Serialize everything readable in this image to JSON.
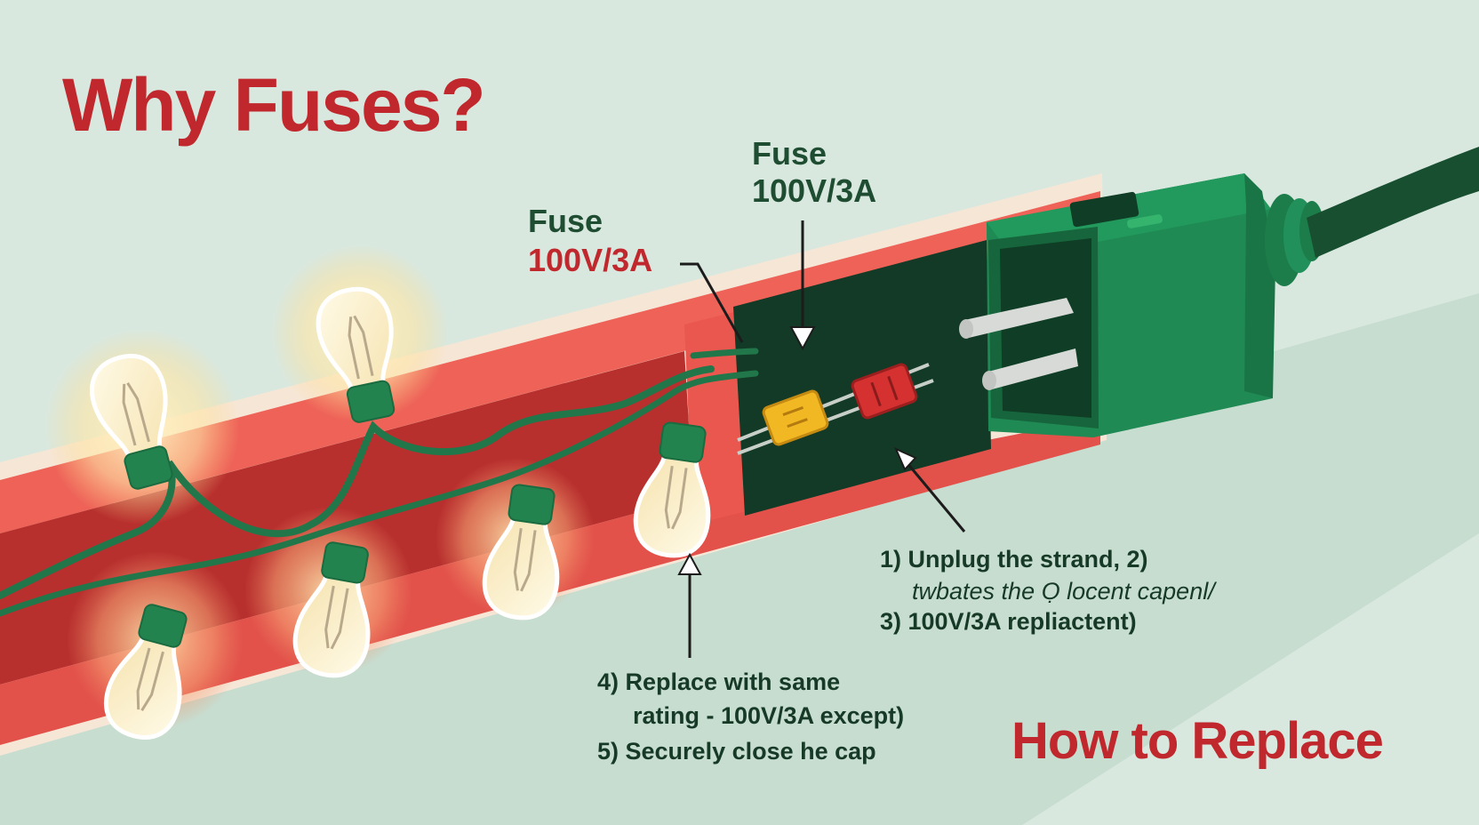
{
  "title": "Why Fuses?",
  "subtitle": "How to Replace",
  "callouts": {
    "left_fuse": {
      "name": "Fuse",
      "rating": "100V/3A"
    },
    "top_fuse": {
      "name": "Fuse",
      "rating": "100V/3A"
    }
  },
  "steps": {
    "step_1": "1) Unplug the strand,  2)",
    "step_1b": "twbates the Ọ locent capenl/",
    "step_3": "3) 100V/3A repliactent)",
    "step_4": "4) Replace with same",
    "step_4b": "rating - 100V/3A except)",
    "step_5": "5) Securely close he cap"
  },
  "colors": {
    "background": "#d9e8df",
    "channel_red": "#b8302e",
    "channel_light": "#e6554c",
    "plug_green": "#1f8a53",
    "wire_green": "#22774a",
    "title_red": "#c0282d",
    "label_green": "#1f4d32",
    "fuse_yellow": "#f2b824",
    "fuse_red": "#d63131"
  },
  "icons": [
    "bulb-icon",
    "fuse-icon",
    "plug-icon",
    "arrow-icon"
  ]
}
